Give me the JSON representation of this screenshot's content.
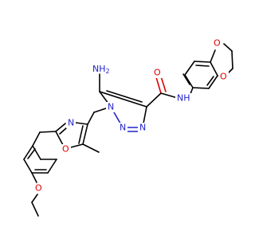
{
  "colors": {
    "carbon_bond": "#000000",
    "nitrogen": "#2222cc",
    "oxygen": "#dd0000",
    "background": "#ffffff"
  },
  "atom_labels": {
    "amino_group": "NH",
    "amino_subscript": "2",
    "triazole_n1": "N",
    "triazole_n2": "N",
    "triazole_n3": "N",
    "amide_oxygen": "O",
    "amide_nh": "NH",
    "oxazole_nitrogen": "N",
    "oxazole_oxygen": "O",
    "ethoxy_oxygen": "O",
    "dioxane_top_oxygen": "O",
    "dioxane_bottom_oxygen": "O"
  }
}
